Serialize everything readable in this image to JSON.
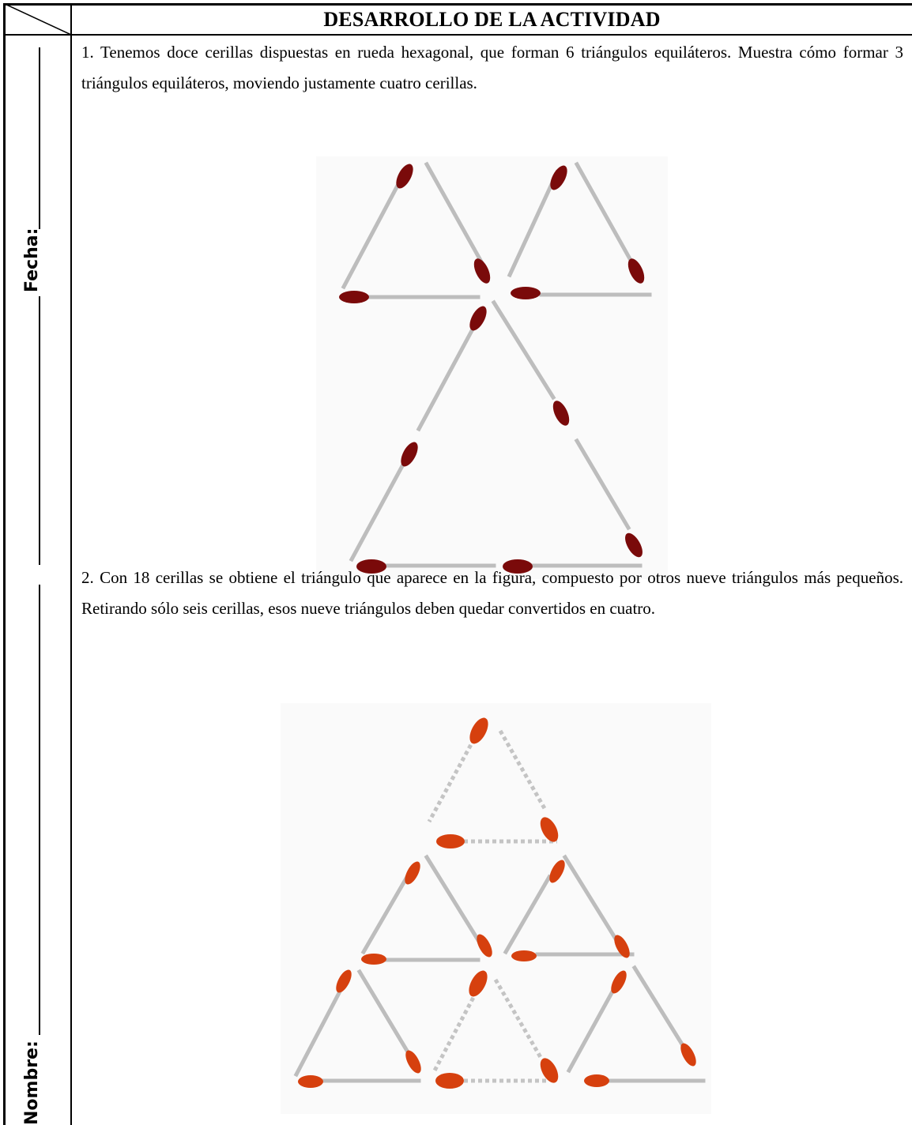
{
  "header": {
    "title": "DESARROLLO DE LA ACTIVIDAD"
  },
  "side": {
    "fecha_label": "Fecha:",
    "nombre_label": "Nombre:"
  },
  "questions": [
    {
      "text": "1. Tenemos doce cerillas dispuestas en rueda hexagonal, que forman 6 triángulos equiláteros. Muestra cómo formar  3 triángulos equiláteros, moviendo justamente cuatro cerillas."
    },
    {
      "text": "2. Con 18 cerillas se obtiene el triángulo que aparece en la figura, compuesto por otros nueve triángulos más pequeños. Retirando sólo seis cerillas, esos nueve triángulos deben quedar convertidos en cuatro."
    }
  ],
  "colors": {
    "match_stick": "#bdbdbd",
    "match_head_dark": "#7a0a0a",
    "match_head_orange": "#d6400e",
    "figure_bg": "#fafafa"
  }
}
